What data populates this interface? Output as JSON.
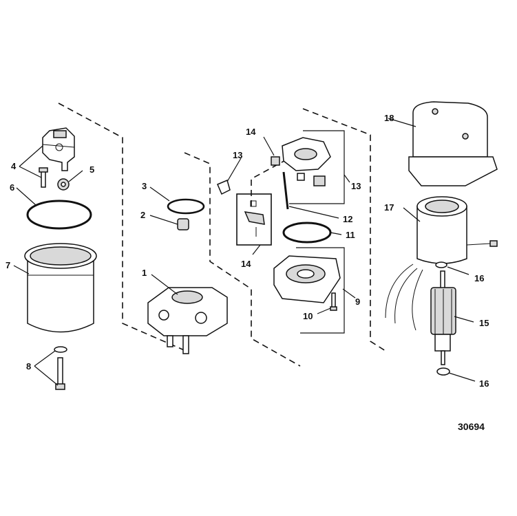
{
  "callouts": {
    "c1": "1",
    "c2": "2",
    "c3": "3",
    "c4": "4",
    "c5": "5",
    "c6": "6",
    "c7": "7",
    "c8": "8",
    "c9": "9",
    "c10": "10",
    "c11": "11",
    "c12": "12",
    "c13a": "13",
    "c13b": "13",
    "c14a": "14",
    "c14b": "14",
    "c15": "15",
    "c16a": "16",
    "c16b": "16",
    "c17": "17",
    "c18": "18"
  },
  "figure_number": "30694"
}
